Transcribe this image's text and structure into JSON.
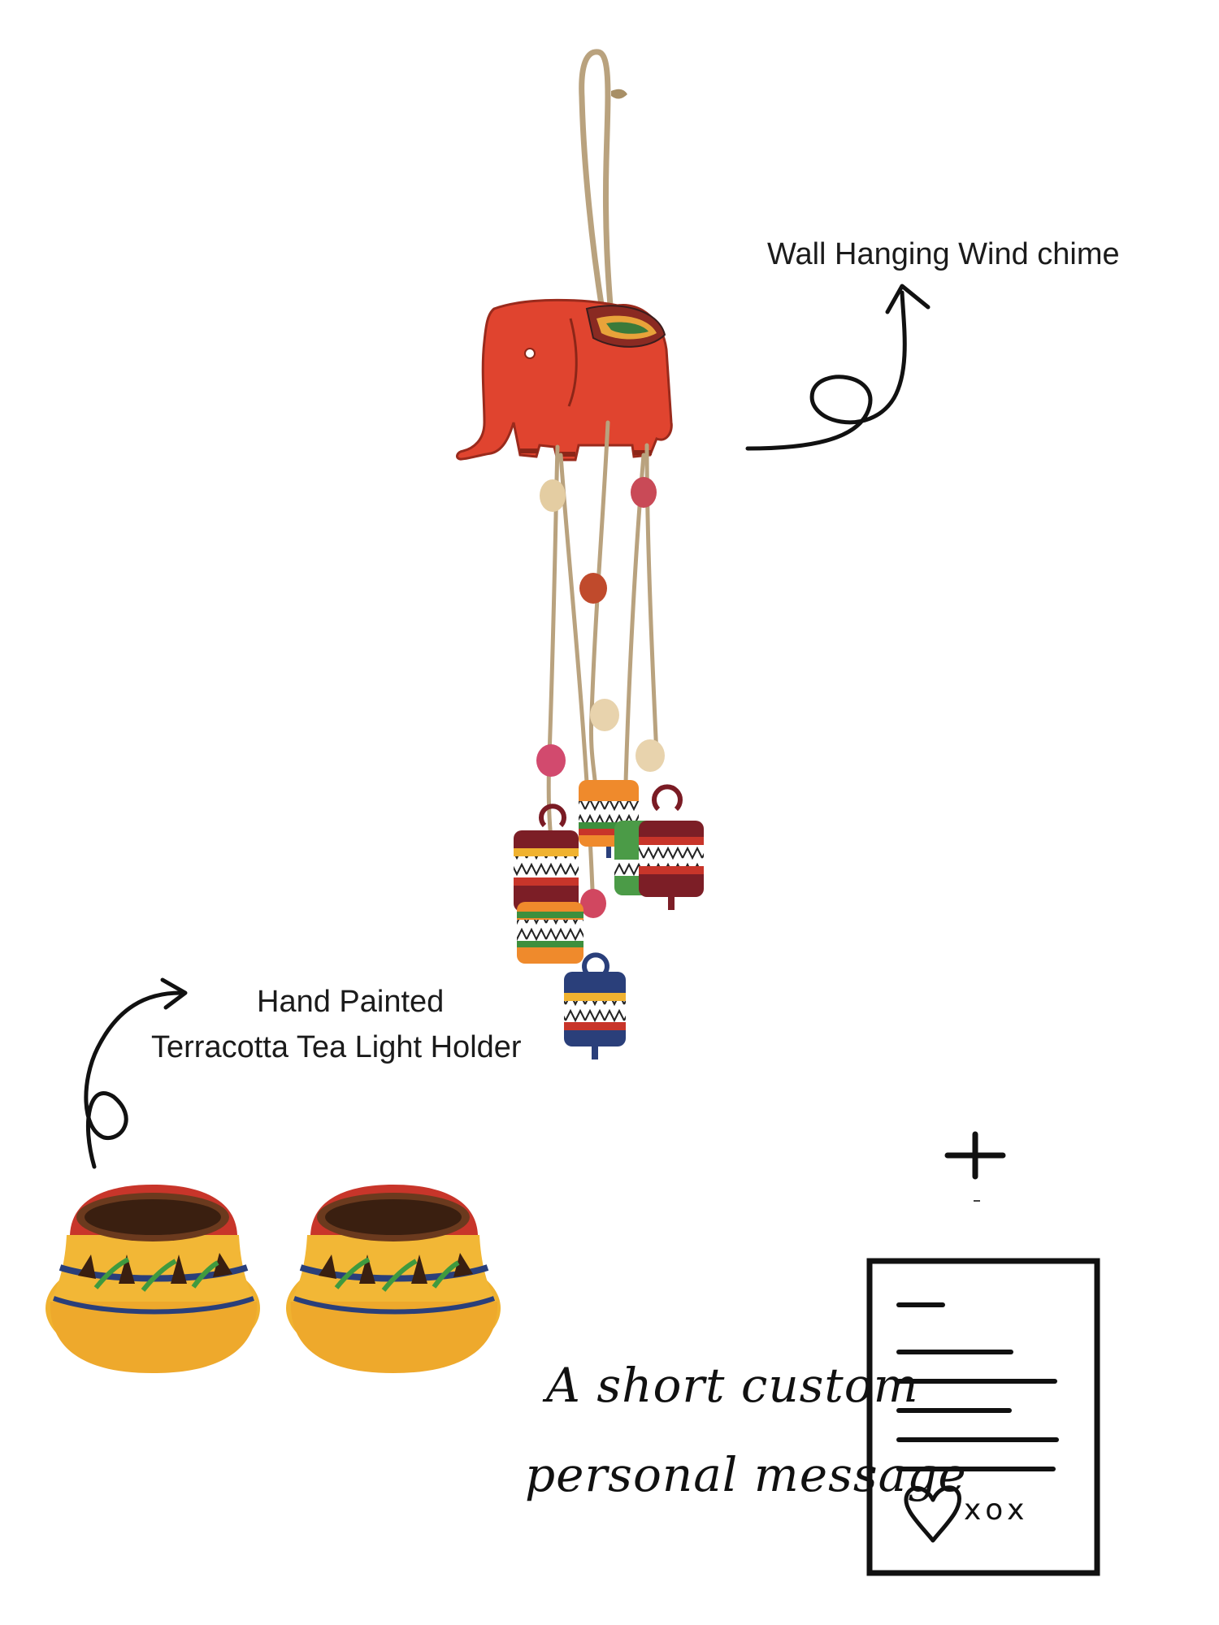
{
  "labels": {
    "wind_chime": "Wall Hanging Wind chime",
    "tea_light_line1": "Hand Painted",
    "tea_light_line2": "Terracotta Tea Light Holder"
  },
  "message": {
    "line1": "A short custom",
    "line2": "personal message",
    "signoff": "xox"
  },
  "plus_symbol": "+",
  "colors": {
    "elephant": "#e0442f",
    "terracotta_yellow": "#f0b230",
    "terracotta_red": "#c8352a",
    "navy": "#2a3f7a",
    "green": "#3f9a3f",
    "twine": "#b9a27e",
    "ink": "#111111"
  },
  "icons": [
    "curved-arrow-icon",
    "plus-icon",
    "heart-icon",
    "note-card-icon"
  ]
}
